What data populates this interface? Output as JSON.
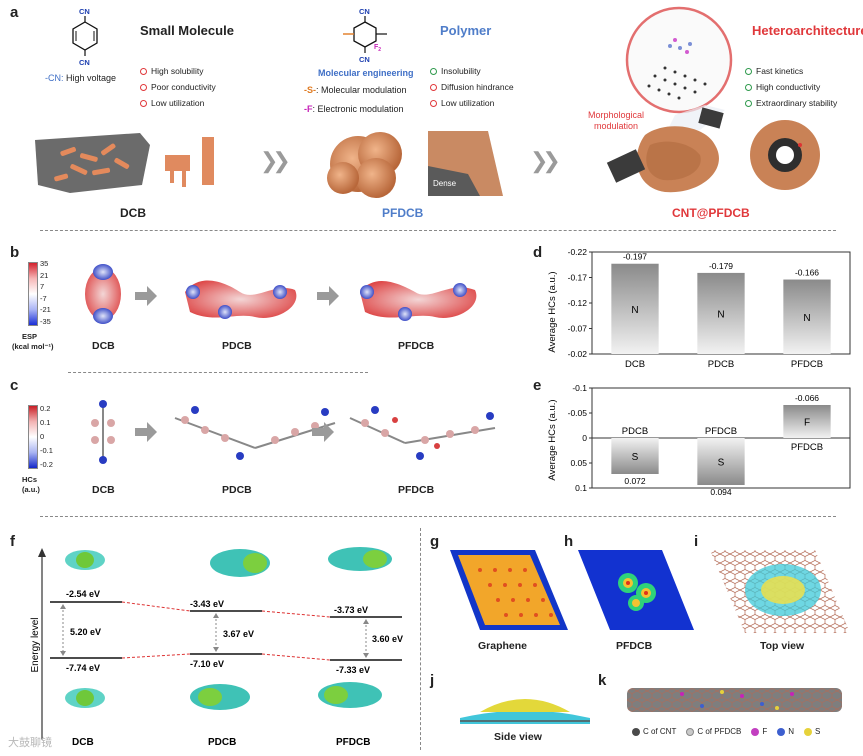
{
  "panel_labels": [
    "a",
    "b",
    "c",
    "d",
    "e",
    "f",
    "g",
    "h",
    "i",
    "j",
    "k"
  ],
  "panel_a": {
    "small_molecule": {
      "title": "Small Molecule",
      "cn_label": "-CN:",
      "cn_text": "High voltage",
      "cons": [
        "High solubility",
        "Poor conductivity",
        "Low utilization"
      ],
      "name": "DCB"
    },
    "polymer": {
      "title": "Polymer",
      "engineering": "Molecular engineering",
      "s_label": "-S-",
      "s_text": ": Molecular modulation",
      "f_label": "-F",
      "f_text": ": Electronic modulation",
      "props": [
        "Insolubility",
        "Diffusion hindrance",
        "Low utilization"
      ],
      "dense": "Dense",
      "name": "PFDCB"
    },
    "hetero": {
      "title": "Heteroarchitecture",
      "morph": "Morphological\nmodulation",
      "pros": [
        "Fast kinetics",
        "High conductivity",
        "Extraordinary stability"
      ],
      "name": "CNT@PFDCB"
    },
    "chem": {
      "cn": "CN",
      "f2": "F",
      "f2_sub": "2"
    }
  },
  "panel_b": {
    "scale_title": "ESP",
    "scale_unit": "(kcal mol⁻¹)",
    "scale_ticks": [
      "35",
      "21",
      "7",
      "-7",
      "-21",
      "-35"
    ],
    "names": [
      "DCB",
      "PDCB",
      "PFDCB"
    ]
  },
  "panel_c": {
    "scale_title": "HCs",
    "scale_unit": "(a.u.)",
    "scale_ticks": [
      "0.2",
      "0.1",
      "0",
      "-0.1",
      "-0.2"
    ],
    "names": [
      "DCB",
      "PDCB",
      "PFDCB"
    ]
  },
  "chart_data": [
    {
      "panel": "d",
      "type": "bar",
      "ylabel": "Average HCs (a.u.)",
      "categories": [
        "DCB",
        "PDCB",
        "PFDCB"
      ],
      "values": [
        -0.197,
        -0.179,
        -0.166
      ],
      "value_labels": [
        "-0.197",
        "-0.179",
        "-0.166"
      ],
      "bar_labels": [
        "N",
        "N",
        "N"
      ],
      "ylim": [
        -0.22,
        -0.02
      ],
      "yticks": [
        "-0.22",
        "-0.17",
        "-0.12",
        "-0.07",
        "-0.02"
      ],
      "inverted_axis": true
    },
    {
      "panel": "e",
      "type": "bar",
      "ylabel": "Average HCs (a.u.)",
      "categories": [
        "PDCB",
        "PFDCB",
        "PFDCB"
      ],
      "values": [
        0.072,
        0.094,
        -0.066
      ],
      "value_labels": [
        "0.072",
        "0.094",
        "-0.066"
      ],
      "bar_labels": [
        "S",
        "S",
        "F"
      ],
      "ylim": [
        -0.1,
        0.1
      ],
      "yticks": [
        "-0.1",
        "-0.05",
        "0",
        "0.05",
        "0.1"
      ],
      "inverted_axis": true
    }
  ],
  "panel_f": {
    "ylabel": "Energy level",
    "lumo": [
      "-2.54 eV",
      "-3.43 eV",
      "-3.73 eV"
    ],
    "homo": [
      "-7.74 eV",
      "-7.10 eV",
      "-7.33 eV"
    ],
    "gaps": [
      "5.20 eV",
      "3.67 eV",
      "3.60 eV"
    ],
    "names": [
      "DCB",
      "PDCB",
      "PFDCB"
    ]
  },
  "panel_ghijk": {
    "captions": {
      "g": "Graphene",
      "h": "PFDCB",
      "i": "Top view",
      "j": "Side view"
    },
    "legend": [
      {
        "label": "C of CNT",
        "color": "#4a4a4a"
      },
      {
        "label": "C of PFDCB",
        "color": "#c9c9c9"
      },
      {
        "label": "F",
        "color": "#c23fc0"
      },
      {
        "label": "N",
        "color": "#3d5fcf"
      },
      {
        "label": "S",
        "color": "#e6d23b"
      }
    ]
  },
  "watermark": "大鼓聊镜"
}
